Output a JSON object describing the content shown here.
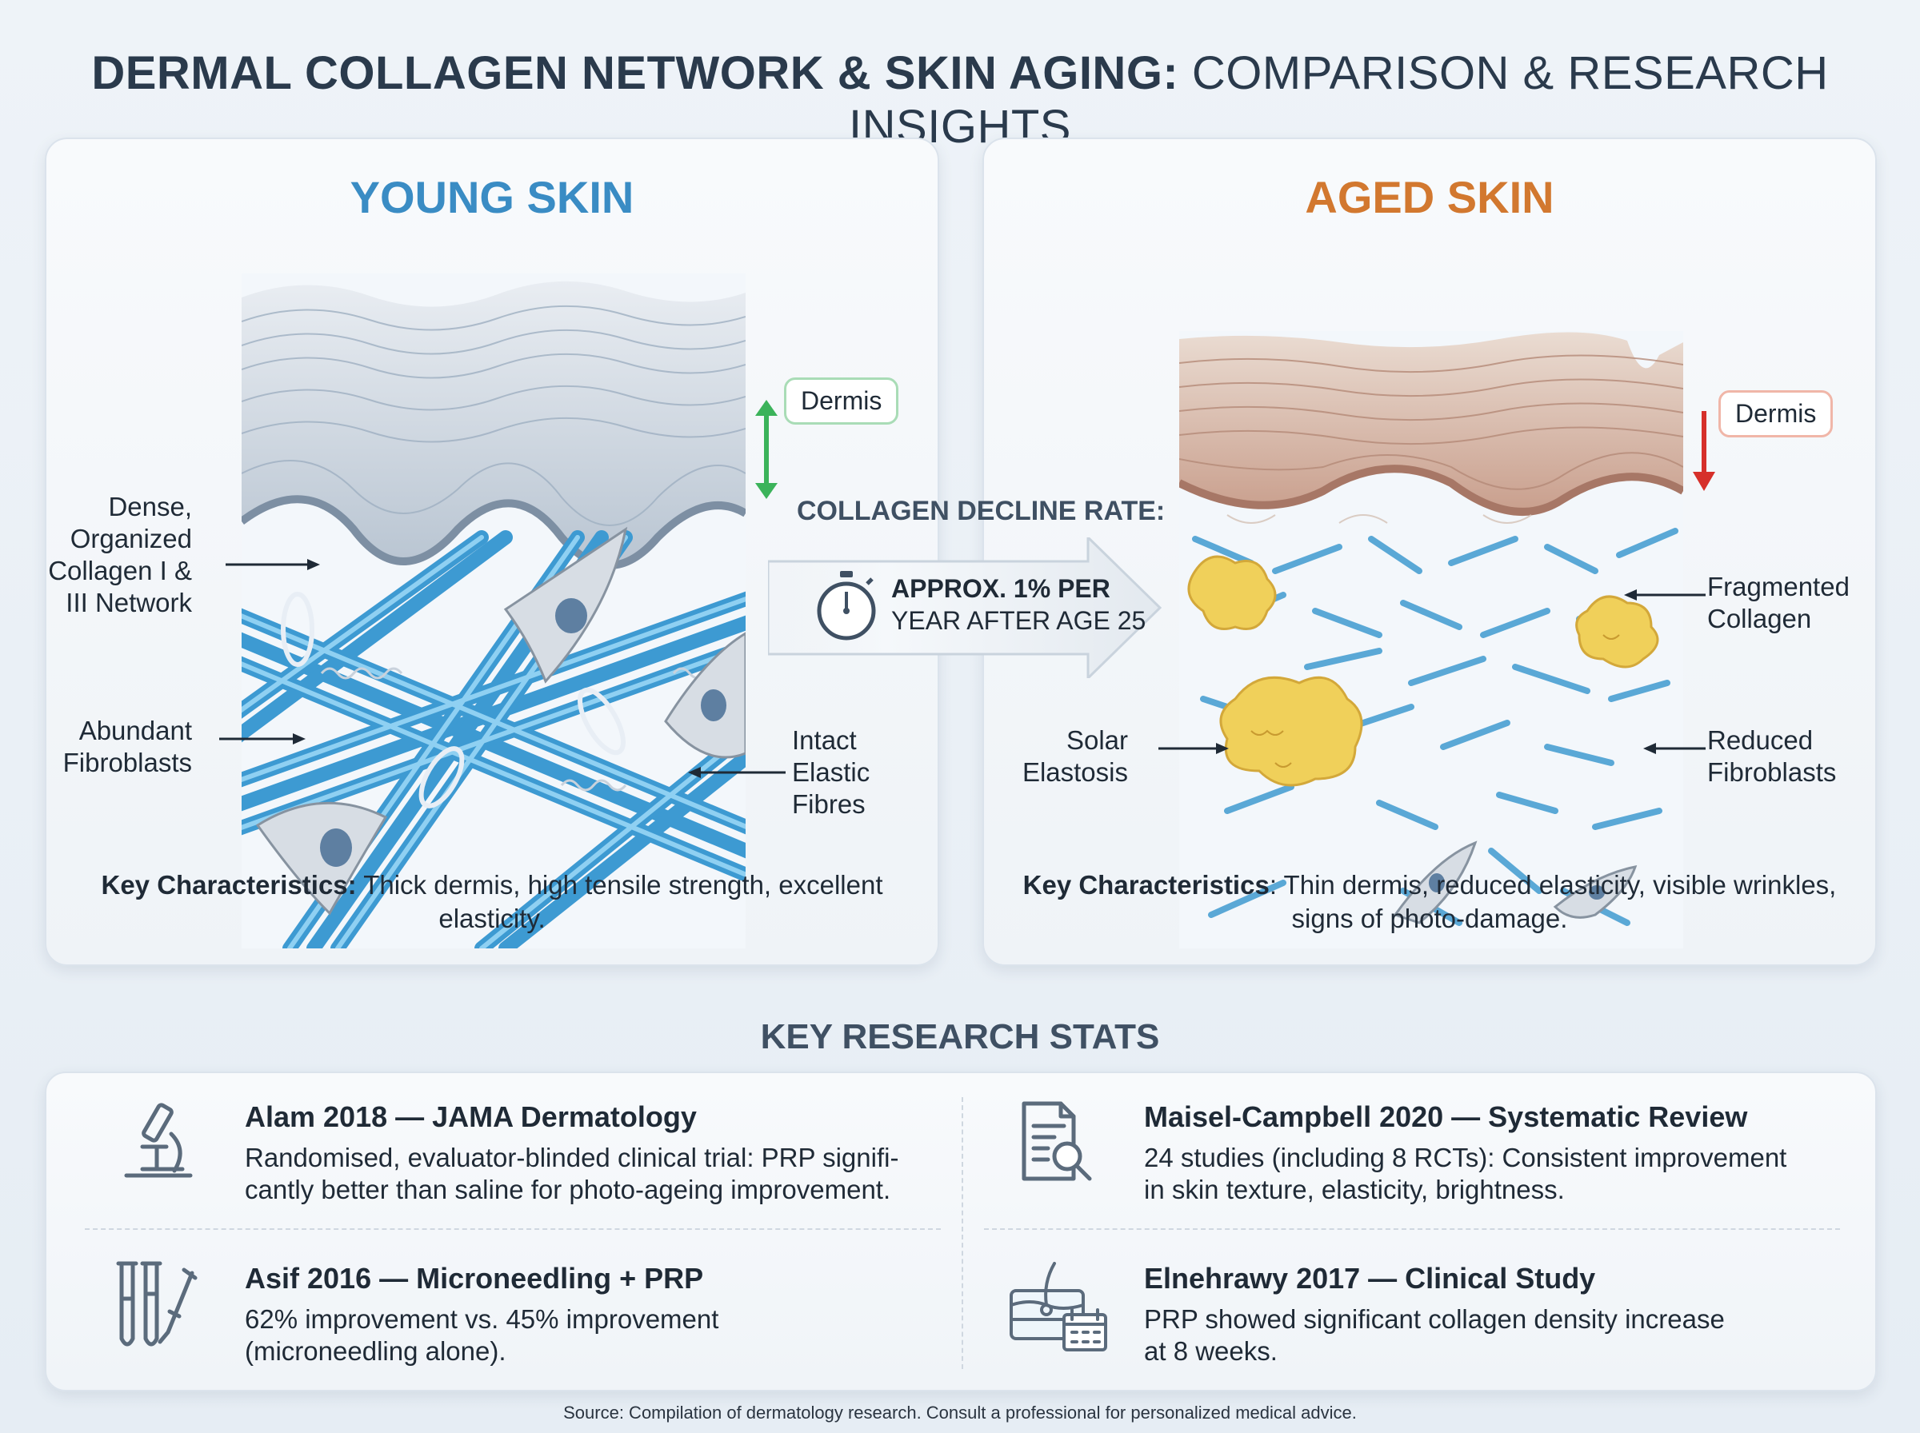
{
  "header": {
    "title_strong": "DERMAL COLLAGEN NETWORK & SKIN AGING:",
    "title_light": "COMPARISON & RESEARCH INSIGHTS"
  },
  "young": {
    "title": "YOUNG SKIN",
    "dermis_tag": "Dermis",
    "label_network": "Dense,\nOrganized\nCollagen I &\nIII Network",
    "label_fibroblasts": "Abundant\nFibroblasts",
    "label_elastic": "Intact\nElastic\nFibres",
    "key_label": "Key Characteristics:",
    "key_text": " Thick dermis, high tensile strength, excellent elasticity."
  },
  "aged": {
    "title": "AGED SKIN",
    "dermis_tag": "Dermis",
    "label_fragmented": "Fragmented\nCollagen",
    "label_solar": "Solar\nElastosis",
    "label_reduced": "Reduced\nFibroblasts",
    "key_label": "Key Characteristics",
    "key_text": ": Thin dermis, reduced elasticity, visible wrinkles, signs of photo-damage."
  },
  "decline": {
    "title": "COLLAGEN DECLINE RATE:",
    "line1": "APPROX. 1% PER",
    "line2": "YEAR AFTER AGE 25"
  },
  "stats_section": {
    "title": "KEY RESEARCH STATS",
    "items": [
      {
        "icon": "microscope-icon",
        "title": "Alam 2018 — JAMA Dermatology",
        "body": "Randomised, evaluator-blinded clinical trial: PRP signifi-\ncantly better than saline for photo-ageing improvement."
      },
      {
        "icon": "document-search-icon",
        "title": "Maisel-Campbell 2020 — Systematic Review",
        "body": "24 studies (including 8 RCTs): Consistent improvement\nin skin texture, elasticity, brightness."
      },
      {
        "icon": "test-tubes-icon",
        "title": "Asif 2016 — Microneedling + PRP",
        "body": "62% improvement vs. 45% improvement\n(microneedling alone)."
      },
      {
        "icon": "skin-calendar-icon",
        "title": "Elnehrawy 2017 — Clinical Study",
        "body": "PRP showed significant collagen density increase\nat 8 weeks."
      }
    ]
  },
  "footer": {
    "source": "Source: Compilation of dermatology research. Consult a professional for personalized medical advice."
  },
  "colors": {
    "young_accent": "#3a8cc4",
    "aged_accent": "#d2782f",
    "collagen_blue": "#4aa8dc",
    "elastosis_yellow": "#f0d05a",
    "arrow_green": "#3bb35a",
    "arrow_red": "#d6302a"
  }
}
